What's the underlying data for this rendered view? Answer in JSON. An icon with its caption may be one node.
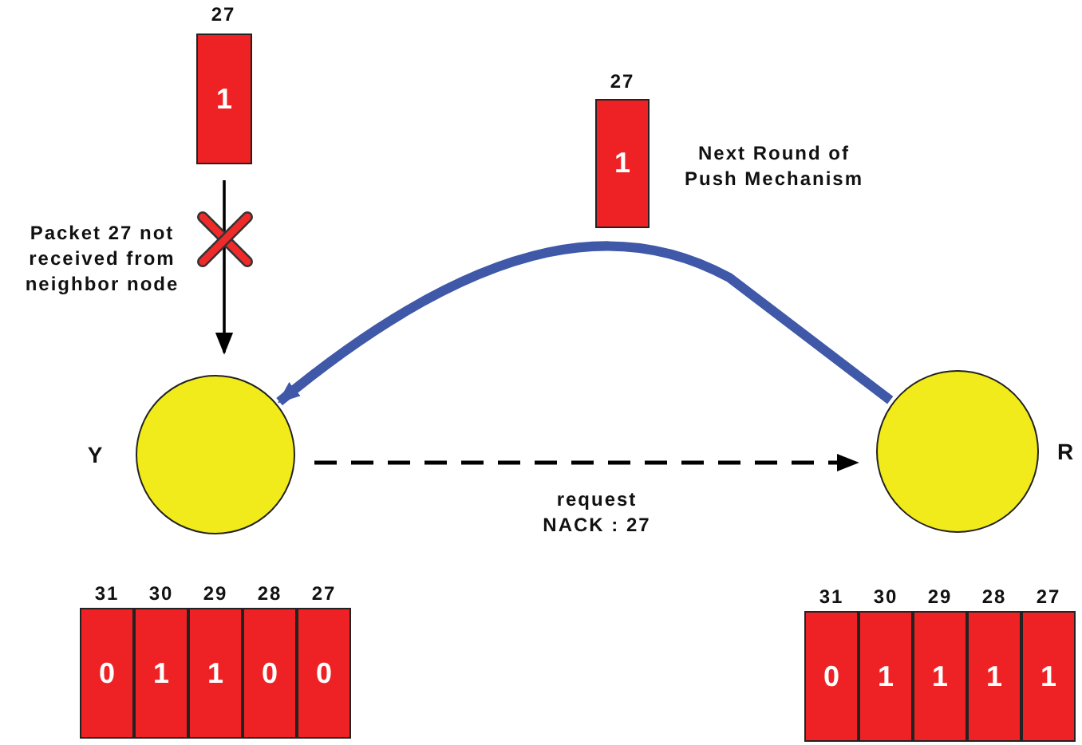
{
  "diagram": {
    "nodes": [
      {
        "text": [
          "1"
        ],
        "beside": [
          "27"
        ]
      },
      {
        "text": [],
        "shape": "circle",
        "beside": [
          "Y"
        ]
      },
      {
        "text": [],
        "shape": "circle",
        "beside": [
          "R"
        ]
      },
      {
        "text": [
          "1"
        ],
        "beside": [
          "27",
          "Next Round of Push Mechanism"
        ]
      },
      {
        "text": [
          "0"
        ],
        "beside": [
          "31"
        ]
      },
      {
        "text": [
          "1"
        ],
        "beside": [
          "30"
        ]
      },
      {
        "text": [
          "1"
        ],
        "beside": [
          "29"
        ]
      },
      {
        "text": [
          "0"
        ],
        "beside": [
          "28"
        ]
      },
      {
        "text": [
          "0"
        ],
        "beside": [
          "27"
        ]
      },
      {
        "text": [
          "0"
        ],
        "beside": [
          "31"
        ]
      },
      {
        "text": [
          "1"
        ],
        "beside": [
          "30"
        ]
      },
      {
        "text": [
          "1"
        ],
        "beside": [
          "29"
        ]
      },
      {
        "text": [
          "1"
        ],
        "beside": [
          "28"
        ]
      },
      {
        "text": [
          "1"
        ],
        "beside": [
          "27"
        ]
      }
    ],
    "edges": [
      {
        "from": 0,
        "to": 1,
        "arrow": "to",
        "label": "Packet 27 not received from neighbor node"
      },
      {
        "from": 2,
        "to": 1,
        "arrow": "to",
        "style": "thick",
        "color": "#3f58a8"
      },
      {
        "from": 1,
        "to": 2,
        "arrow": "to",
        "style": "dashed",
        "label": "request NACK : 27"
      }
    ]
  }
}
